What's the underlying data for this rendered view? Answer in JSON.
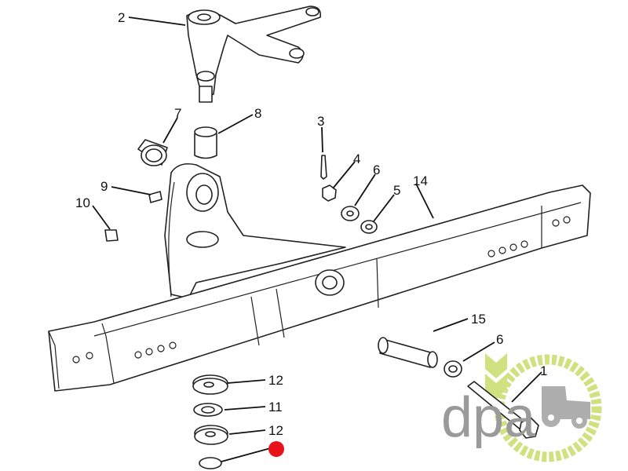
{
  "diagram": {
    "callouts": [
      {
        "id": "2",
        "label": "2"
      },
      {
        "id": "7",
        "label": "7"
      },
      {
        "id": "8",
        "label": "8"
      },
      {
        "id": "3",
        "label": "3"
      },
      {
        "id": "4",
        "label": "4"
      },
      {
        "id": "6a",
        "label": "6"
      },
      {
        "id": "5",
        "label": "5"
      },
      {
        "id": "14",
        "label": "14"
      },
      {
        "id": "9",
        "label": "9"
      },
      {
        "id": "10",
        "label": "10"
      },
      {
        "id": "15",
        "label": "15"
      },
      {
        "id": "6b",
        "label": "6"
      },
      {
        "id": "1",
        "label": "1"
      },
      {
        "id": "12a",
        "label": "12"
      },
      {
        "id": "11",
        "label": "11"
      },
      {
        "id": "12b",
        "label": "12"
      }
    ],
    "marker_color": "#e8121b"
  },
  "logo": {
    "text": "dpa",
    "green": "#c8dc6a",
    "gray": "#9a9a9a"
  }
}
